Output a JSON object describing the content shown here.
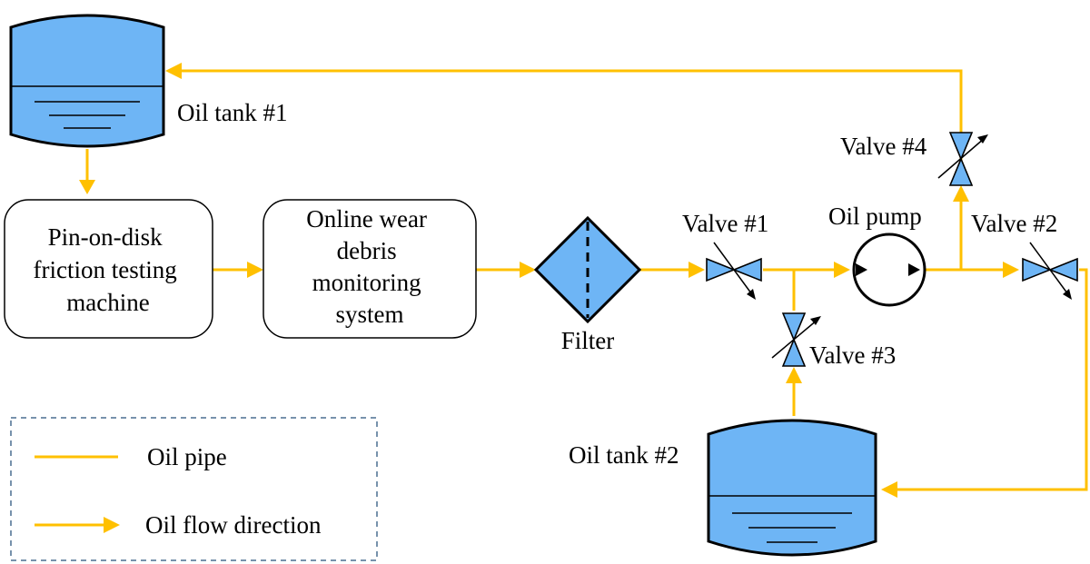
{
  "labels": {
    "oil_tank_1": "Oil tank #1",
    "oil_tank_2": "Oil tank #2",
    "pin_on_disk": [
      "Pin-on-disk",
      "friction testing",
      "machine"
    ],
    "online_wear": [
      "Online wear",
      "debris",
      "monitoring",
      "system"
    ],
    "filter": "Filter",
    "valve_1": "Valve #1",
    "valve_2": "Valve #2",
    "valve_3": "Valve #3",
    "valve_4": "Valve #4",
    "oil_pump": "Oil pump"
  },
  "legend": {
    "oil_pipe": "Oil pipe",
    "oil_flow": "Oil flow direction"
  },
  "colors": {
    "pipe": "#ffc000",
    "component_fill": "#6eb5f5",
    "legend_border": "#4a6f91"
  }
}
